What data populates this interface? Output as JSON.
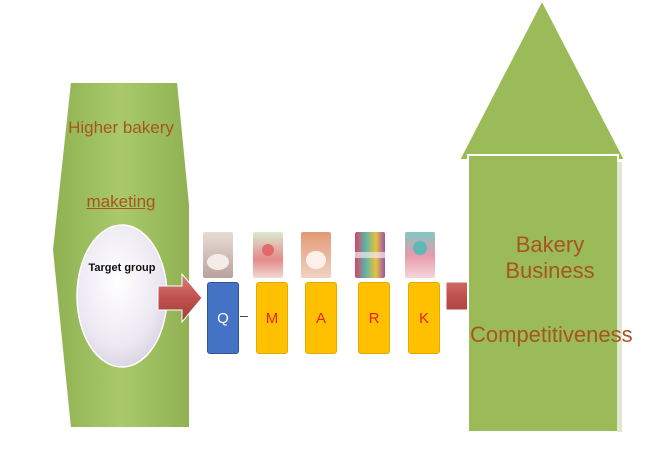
{
  "left_panel": {
    "title_line1": "Higher bakery",
    "title_line2": "maketing",
    "circle_label": "Target group"
  },
  "qmark": [
    "Q",
    "M",
    "A",
    "R",
    "K"
  ],
  "separator": "–",
  "right_panel": {
    "title_line1": "Bakery Business",
    "title_line2": "Competitiveness"
  },
  "colors": {
    "green_fill": "#9bbb59",
    "green_border": "#ffffff",
    "red_arrow": "#c0504d",
    "blue_box": "#4472c4",
    "yellow_box": "#ffc000",
    "letter_red": "#e0261b",
    "label_brown": "#a5551f"
  }
}
